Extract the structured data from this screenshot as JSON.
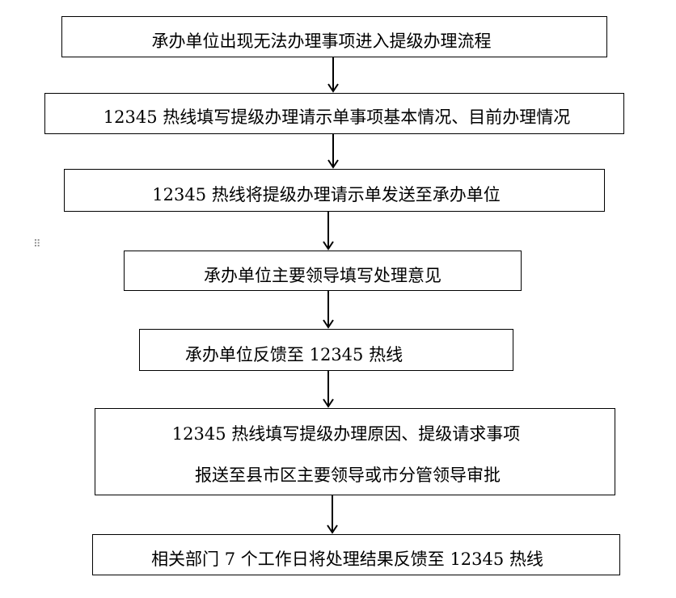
{
  "flowchart": {
    "steps": [
      {
        "lines": [
          "承办单位出现无法办理事项进入提级办理流程"
        ]
      },
      {
        "lines": [
          "12345 热线填写提级办理请示单事项基本情况、目前办理情况"
        ]
      },
      {
        "lines": [
          "12345 热线将提级办理请示单发送至承办单位"
        ]
      },
      {
        "lines": [
          "承办单位主要领导填写处理意见"
        ]
      },
      {
        "lines": [
          "承办单位反馈至 12345 热线"
        ]
      },
      {
        "lines": [
          "12345 热线填写提级办理原因、提级请求事项",
          "报送至县市区主要领导或市分管领导审批"
        ]
      },
      {
        "lines": [
          "相关部门 7 个工作日将处理结果反馈至 12345 热线"
        ]
      }
    ],
    "colors": {
      "border": "#000000",
      "arrow": "#000000",
      "text": "#000000"
    }
  },
  "editor": {
    "move_handle_icon": "drag-handle-icon",
    "move_handle_glyph": "⠿"
  }
}
